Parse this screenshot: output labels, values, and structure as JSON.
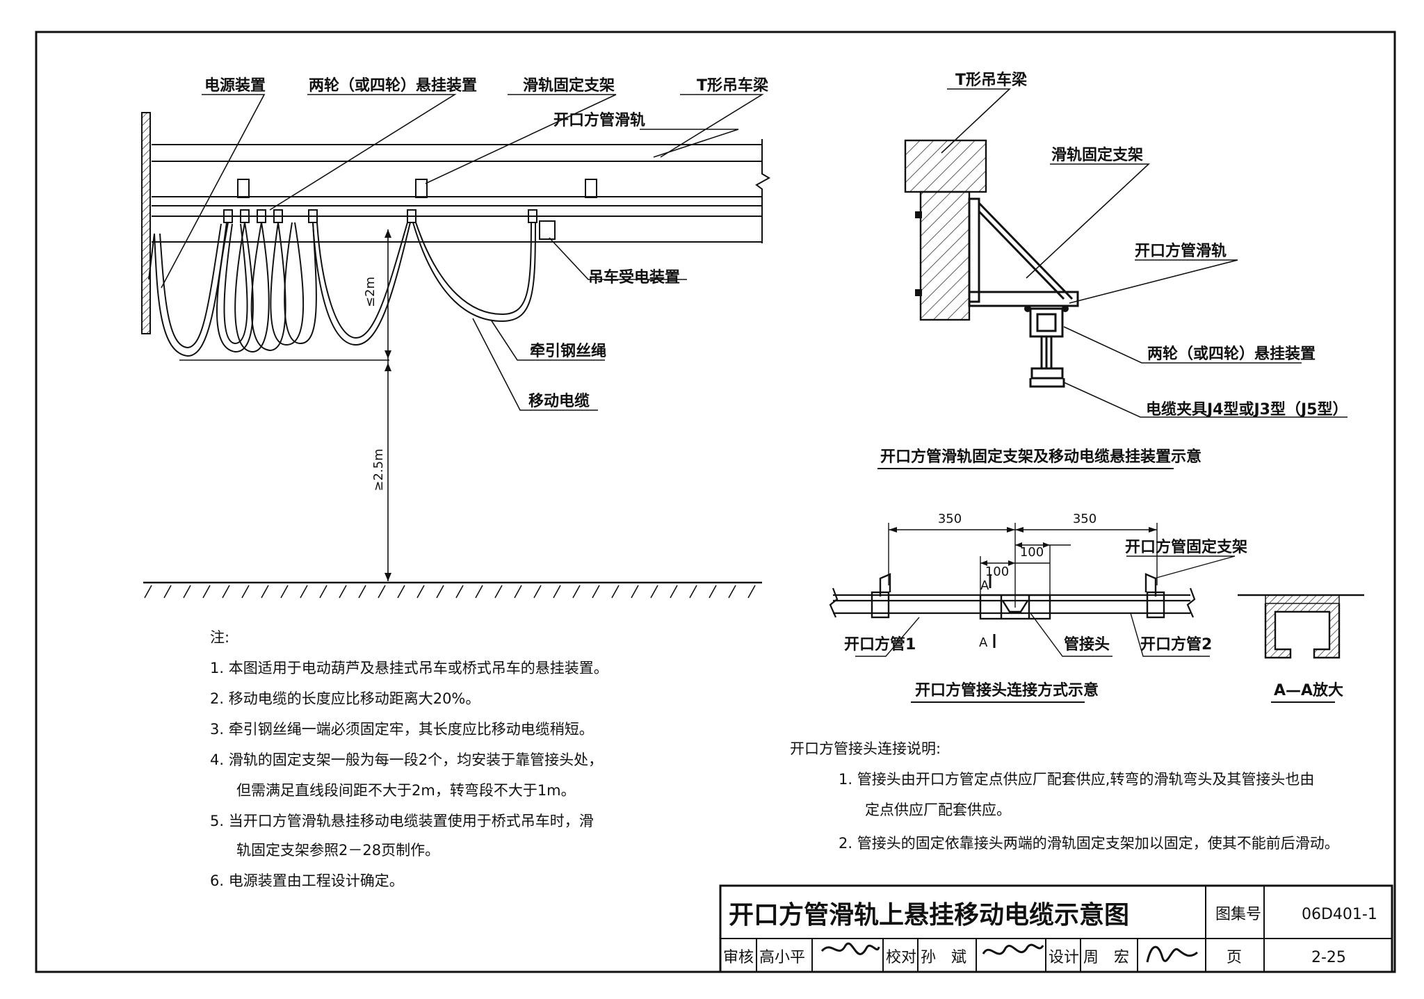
{
  "labels": {
    "power_device": "电源装置",
    "wheel_hanger": "两轮（或四轮）悬挂装置",
    "rail_bracket": "滑轨固定支架",
    "t_beam": "T形吊车梁",
    "open_rail": "开口方管滑轨",
    "crane_receiver": "吊车受电装置",
    "traction_rope": "牵引钢丝绳",
    "mobile_cable": "移动电缆",
    "dim_2m": "≤2m",
    "dim_25m": "≥2.5m"
  },
  "section": {
    "t_beam": "T形吊车梁",
    "bracket": "滑轨固定支架",
    "rail": "开口方管滑轨",
    "hanger": "两轮（或四轮）悬挂装置",
    "clamp": "电缆夹具J4型或J3型（J5型）",
    "caption": "开口方管滑轨固定支架及移动电缆悬挂装置示意"
  },
  "joint": {
    "dim_left": "350",
    "dim_right": "350",
    "dim_100a": "100",
    "dim_100b": "100",
    "section_mark_top": "A",
    "section_mark_bottom": "A",
    "fixed_bracket": "开口方管固定支架",
    "pipe1": "开口方管1",
    "joint_head": "管接头",
    "pipe2": "开口方管2",
    "caption": "开口方管接头连接方式示意",
    "aa_caption": "A—A放大"
  },
  "notes": {
    "heading": "注:",
    "items": [
      "1.  本图适用于电动葫芦及悬挂式吊车或桥式吊车的悬挂装置。",
      "2.  移动电缆的长度应比移动距离大20%。",
      "3.  牵引钢丝绳一端必须固定牢，其长度应比移动电缆稍短。",
      "4.  滑轨的固定支架一般为每一段2个，均安装于靠管接头处，",
      "但需满足直线段间距不大于2m，转弯段不大于1m。",
      "5.  当开口方管滑轨悬挂移动电缆装置使用于桥式吊车时，滑",
      "轨固定支架参照2－28页制作。",
      "6.  电源装置由工程设计确定。"
    ]
  },
  "joint_notes": {
    "heading": "开口方管接头连接说明:",
    "items": [
      "1.  管接头由开口方管定点供应厂配套供应,转弯的滑轨弯头及其管接头也由",
      "定点供应厂配套供应。",
      "2.  管接头的固定依靠接头两端的滑轨固定支架加以固定，使其不能前后滑动。"
    ]
  },
  "title_block": {
    "title": "开口方管滑轨上悬挂移动电缆示意图",
    "atlas_label": "图集号",
    "atlas_no": "06D401-1",
    "review_label": "审核",
    "reviewer": "高小平",
    "check_label": "校对",
    "checker": "孙　斌",
    "design_label": "设计",
    "designer": "周　宏",
    "page_label": "页",
    "page_no": "2-25"
  }
}
